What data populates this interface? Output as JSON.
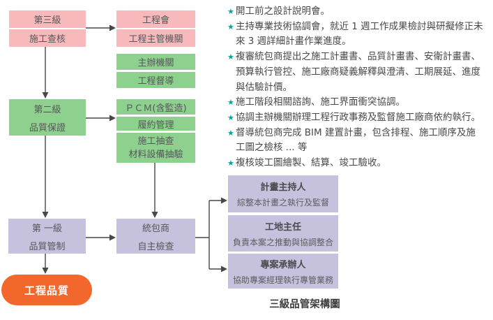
{
  "diagram_caption": "三級品管架構圖",
  "left_column": {
    "level3": {
      "line1": "第三級",
      "line2": "施工查核"
    },
    "level2": {
      "line1": "第二級",
      "line2": "品質保證"
    },
    "level1": {
      "line1": "第 一級",
      "line2": "品質管制"
    },
    "result": "工程品質"
  },
  "middle_column": {
    "gov": {
      "line1": "工程會",
      "line2": "工程主管機關"
    },
    "agency": {
      "line1": "主辦機關",
      "line2": "工程督導"
    },
    "pcm": {
      "line1": "ＰＣＭ(含監造)",
      "line2": "履約管理",
      "line3": "施工抽查\n材料設備抽驗"
    },
    "contractor": {
      "line1": "統包商",
      "line2": "自主檢查"
    }
  },
  "right_column": {
    "roles": [
      {
        "title": "計畫主持人",
        "desc": "綜整本計畫之執行及監督"
      },
      {
        "title": "工地主任",
        "desc": "負責本案之推動與協調整合"
      },
      {
        "title": "專案承辦人",
        "desc": "協助專案經理執行專管業務"
      }
    ]
  },
  "notes": {
    "star": "★",
    "items": [
      "開工前之設計說明會。",
      "主持專業技術協調會，就近 1 週工作成果檢討與研擬修正未\n來 3 週詳細計畫作業進度。",
      "複審統包商提出之施工計畫書、品質計畫書、安衛計畫書、\n預算執行管控、施工廠商疑義解釋與澄清、工期展延、進度\n與估驗計價。",
      "施工階段相關諮詢、施工界面衝突協調。",
      "協調主辦機關辦理工程行政事務及監督施工廠商依約執行。",
      "督導統包商完成 BIM 建置計畫，包含排程、施工順序及施\n工圖之檢核 ... 等",
      "複核竣工圖繪製、結算、竣工驗收。"
    ]
  },
  "colors": {
    "pink": "#f7b9bc",
    "green": "#8ed08e",
    "lavender": "#c6c1dc",
    "orange": "#f2682c",
    "star_teal": "#00a79b",
    "line_gray": "#47474a",
    "text_gray": "#55565a",
    "text_dark": "#3c3d40"
  }
}
